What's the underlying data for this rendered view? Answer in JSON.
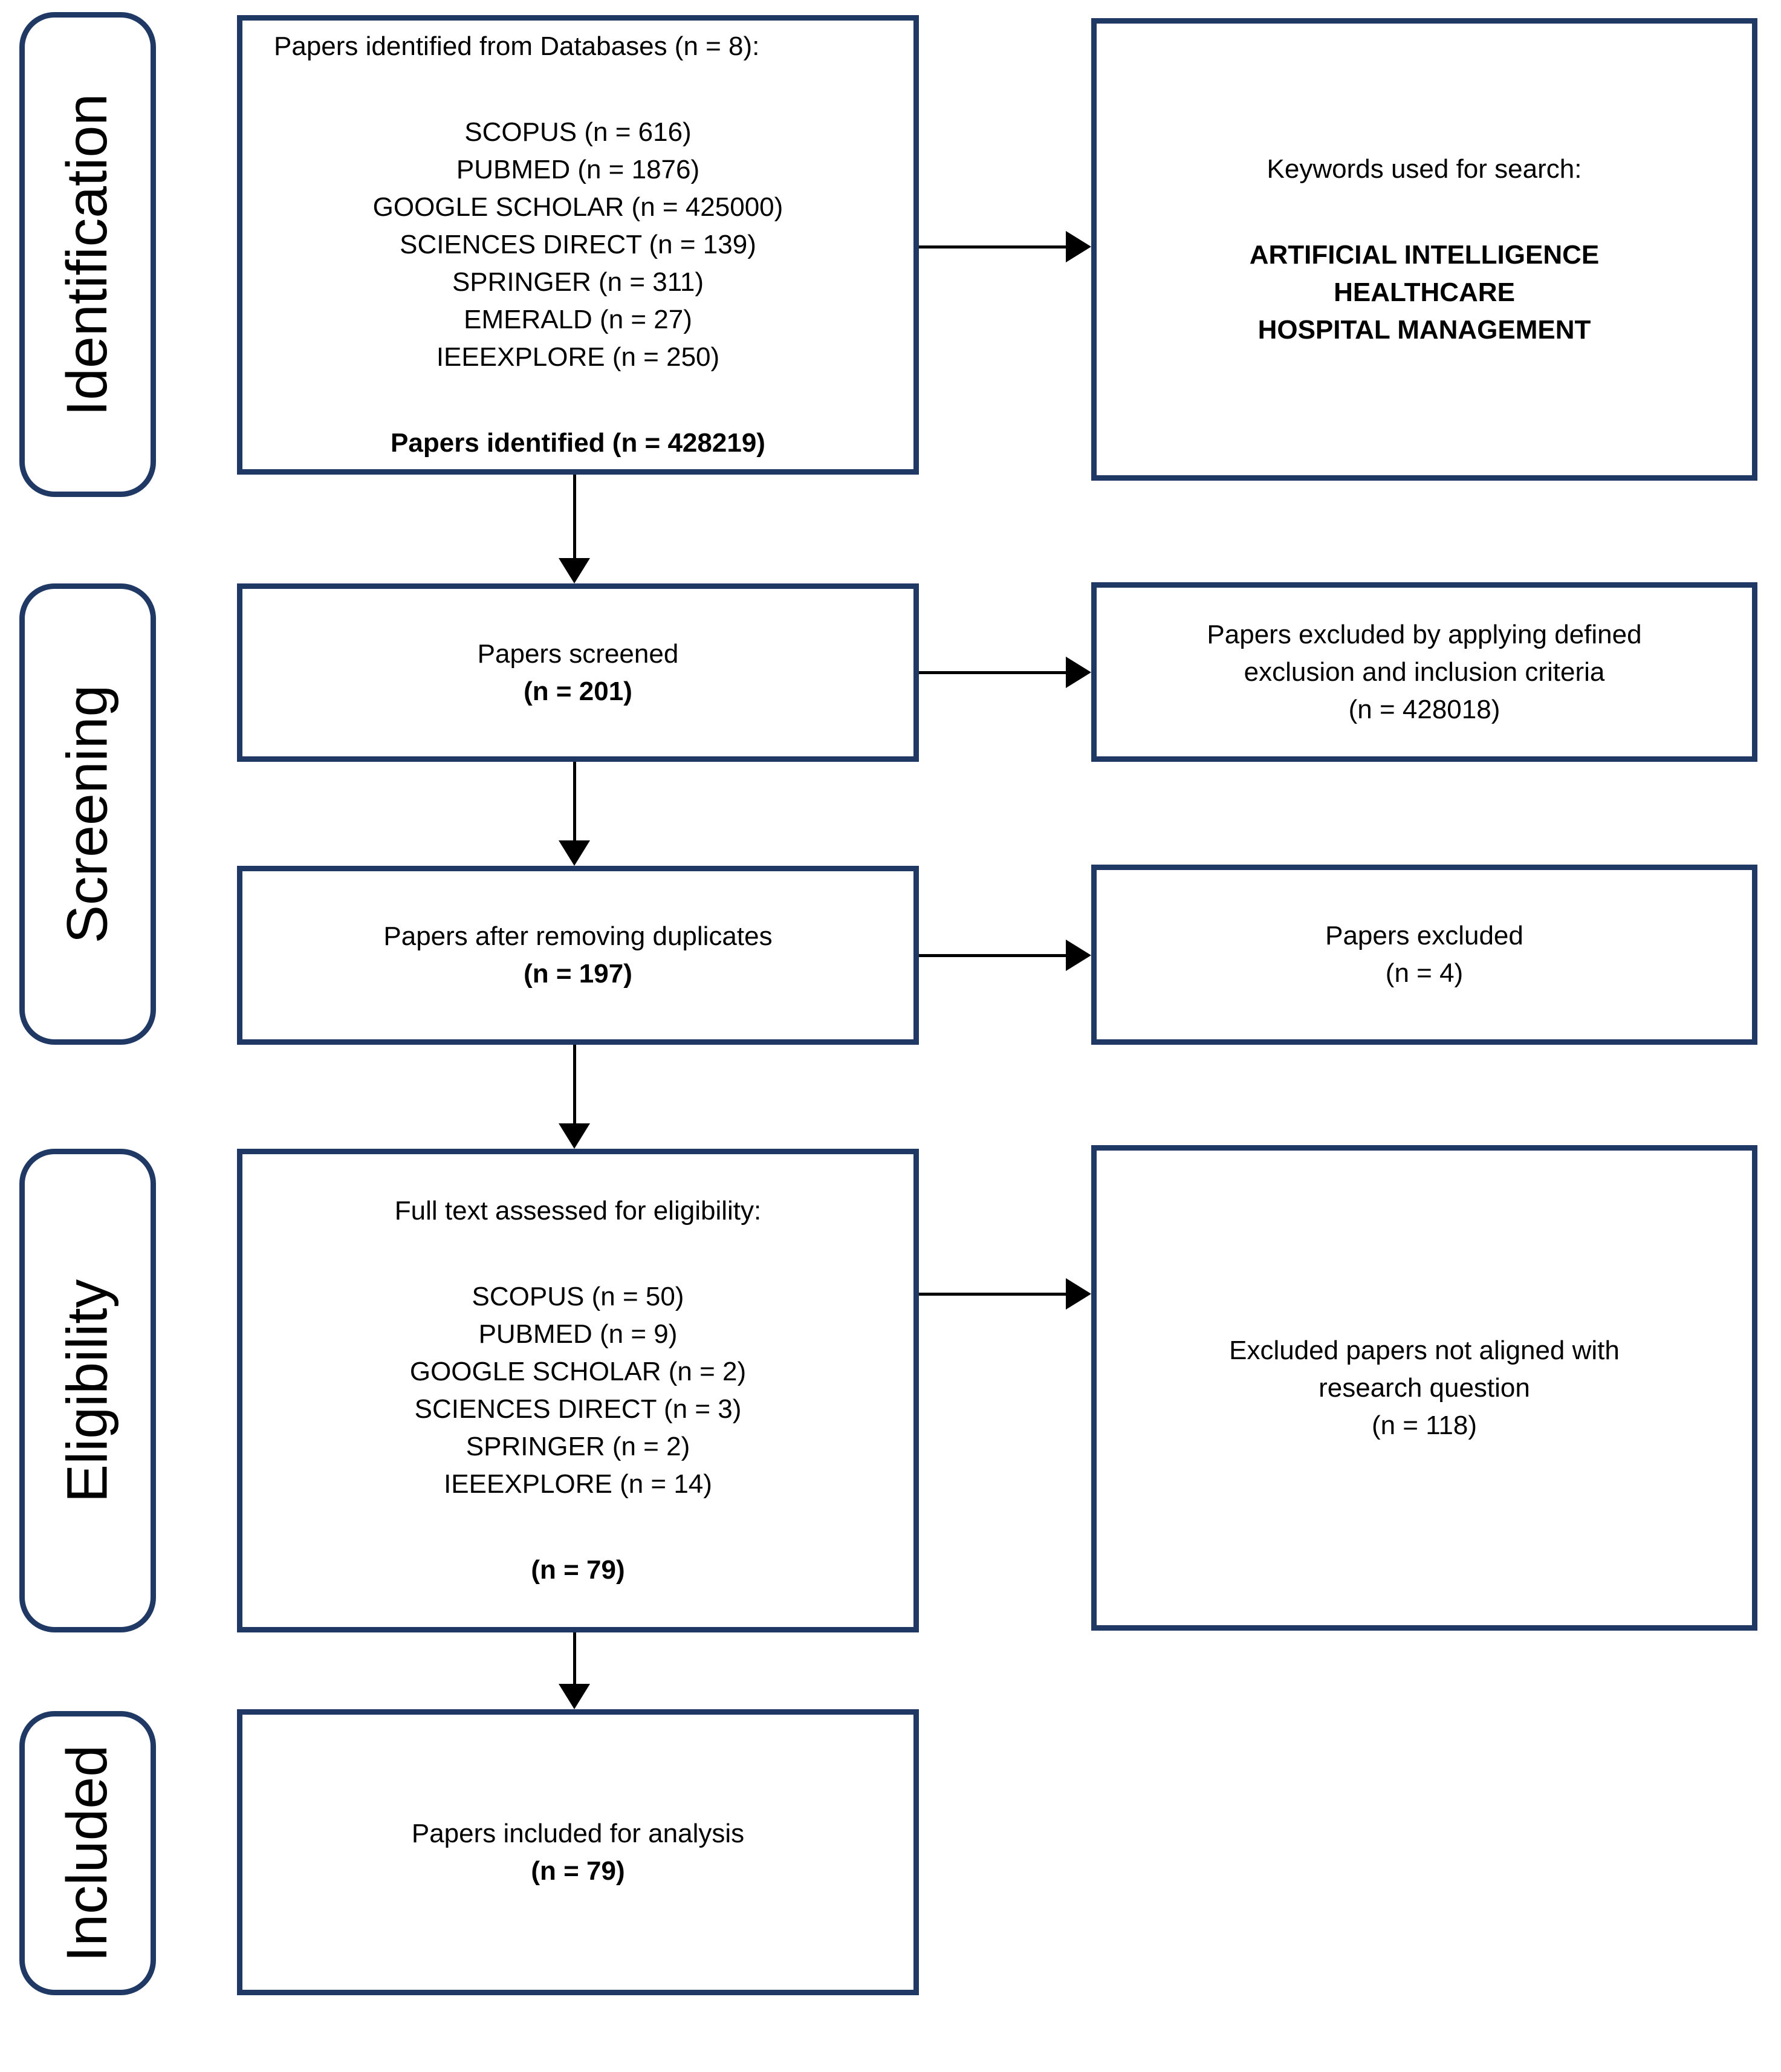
{
  "colors": {
    "border_navy": "#1f3864",
    "arrow_black": "#000000",
    "background": "#ffffff",
    "text_black": "#000000"
  },
  "stages": {
    "identification": "Identification",
    "screening": "Screening",
    "eligibility": "Eligibility",
    "included": "Included"
  },
  "boxes": {
    "identified": {
      "title": "Papers identified from Databases (n = 8):",
      "items": [
        "SCOPUS (n = 616)",
        "PUBMED (n = 1876)",
        "GOOGLE SCHOLAR (n = 425000)",
        "SCIENCES DIRECT (n = 139)",
        "SPRINGER (n = 311)",
        "EMERALD (n = 27)",
        "IEEEXPLORE (n = 250)"
      ],
      "summary": "Papers identified (n = 428219)"
    },
    "keywords": {
      "title": "Keywords used for search:",
      "items": [
        "ARTIFICIAL INTELLIGENCE",
        "HEALTHCARE",
        "HOSPITAL MANAGEMENT"
      ]
    },
    "screened": {
      "line1": "Papers screened",
      "line2": "(n = 201)"
    },
    "excluded_criteria": {
      "line1": "Papers excluded by applying defined",
      "line2": "exclusion and inclusion criteria",
      "line3": "(n = 428018)"
    },
    "duplicates_removed": {
      "line1": "Papers after removing duplicates",
      "line2": "(n = 197)"
    },
    "excluded_duplicates": {
      "line1": "Papers excluded",
      "line2": "(n = 4)"
    },
    "fulltext": {
      "title": "Full text assessed for eligibility:",
      "items": [
        "SCOPUS (n = 50)",
        "PUBMED (n = 9)",
        "GOOGLE SCHOLAR (n = 2)",
        "SCIENCES DIRECT (n = 3)",
        "SPRINGER (n = 2)",
        "IEEEXPLORE (n = 14)"
      ],
      "summary": "(n = 79)"
    },
    "excluded_not_aligned": {
      "line1": "Excluded papers not aligned with",
      "line2": "research question",
      "line3": "(n = 118)"
    },
    "included_analysis": {
      "line1": "Papers included for analysis",
      "line2": "(n = 79)"
    }
  }
}
